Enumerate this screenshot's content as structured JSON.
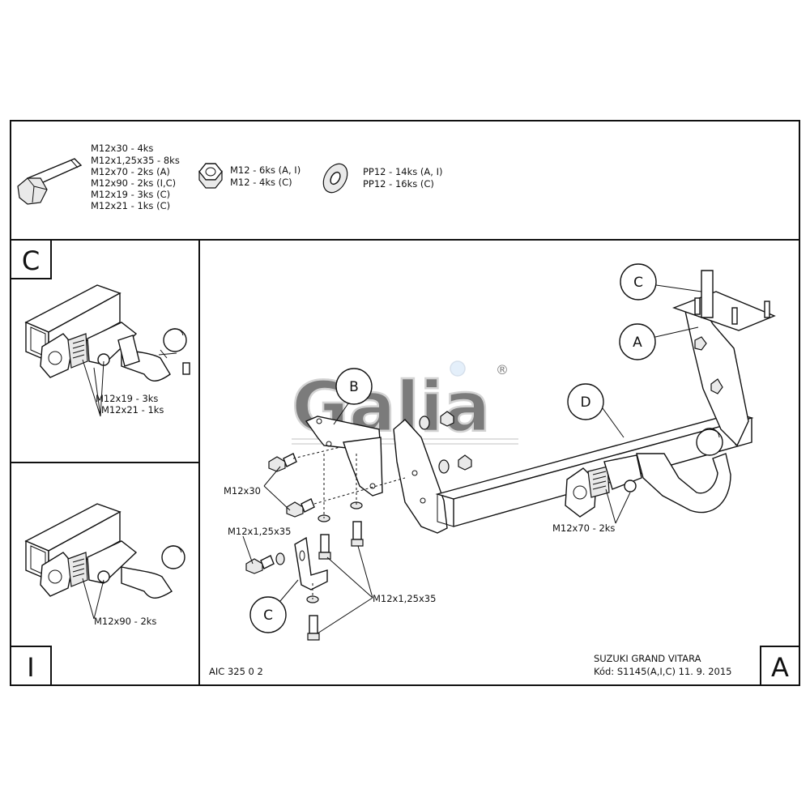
{
  "hardware": {
    "bolt_lines": [
      "M12x30 - 4ks",
      "M12x1,25x35 - 8ks",
      "M12x70 - 2ks (A)",
      "M12x90 - 2ks (I,C)",
      "M12x19 - 3ks (C)",
      "M12x21 - 1ks (C)"
    ],
    "nut_lines": [
      "M12 - 6ks (A, I)",
      "M12 - 4ks (C)"
    ],
    "washer_lines": [
      "PP12 - 14ks (A, I)",
      "PP12 - 16ks (C)"
    ]
  },
  "variant_c": {
    "corner_label": "C",
    "callout_lines": [
      "M12x19 - 3ks",
      "M12x21 - 1ks"
    ]
  },
  "variant_i": {
    "corner_label": "I",
    "callout": "M12x90 - 2ks"
  },
  "main": {
    "corner_label": "A",
    "bubbles": {
      "c_top": "C",
      "a": "A",
      "b": "B",
      "d": "D",
      "c_bottom": "C"
    },
    "callouts": {
      "m12x30": "M12x30",
      "m12x70": "M12x70 - 2ks",
      "m12x125_left": "M12x1,25x35",
      "m12x125_right": "M12x1,25x35"
    },
    "drawing_number": "AIC 325 0 2",
    "vehicle": "SUZUKI GRAND VITARA",
    "code_line": "Kód: S1145(A,I,C)  11. 9. 2015"
  },
  "watermark": {
    "logo_text": "Galia",
    "mark": "®"
  }
}
